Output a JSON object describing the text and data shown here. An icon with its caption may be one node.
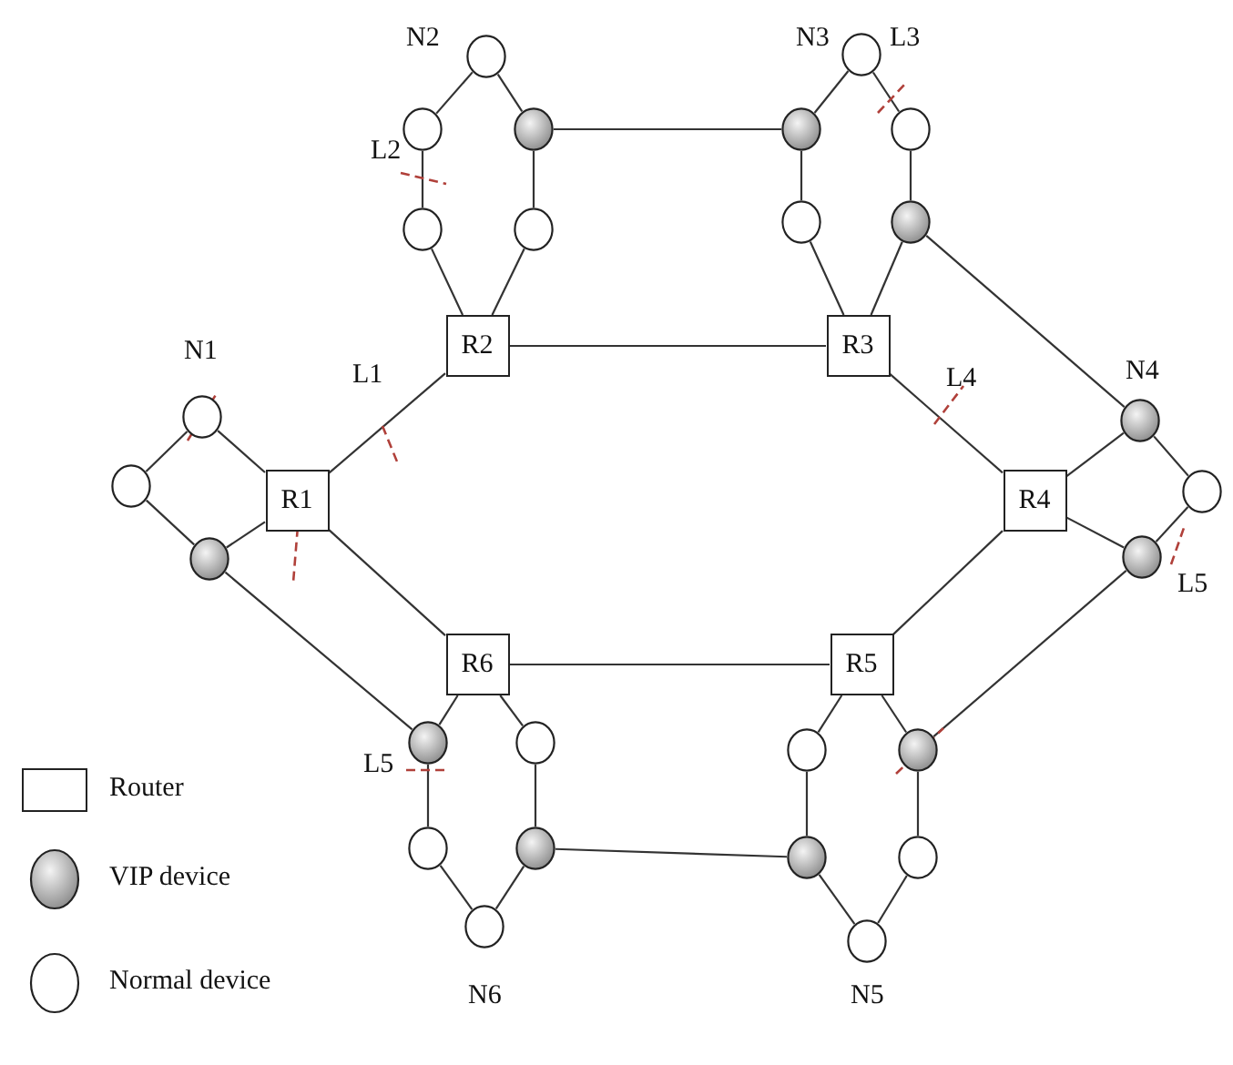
{
  "diagram": {
    "nodes": [
      {
        "text": [
          "R1"
        ]
      },
      {
        "text": [
          "R2"
        ]
      },
      {
        "text": [
          "R3"
        ]
      },
      {
        "text": [
          "R4"
        ]
      },
      {
        "text": [
          "R5"
        ]
      },
      {
        "text": [
          "R6"
        ]
      },
      {
        "text": [],
        "shape": "circle"
      },
      {
        "text": [],
        "shape": "circle"
      },
      {
        "text": [],
        "shape": "circle"
      },
      {
        "text": [],
        "shape": "circle"
      },
      {
        "text": [],
        "shape": "circle"
      },
      {
        "text": [],
        "shape": "circle"
      },
      {
        "text": [],
        "shape": "circle"
      },
      {
        "text": [],
        "shape": "circle"
      },
      {
        "text": [],
        "shape": "circle"
      },
      {
        "text": [],
        "shape": "circle"
      },
      {
        "text": [],
        "shape": "circle"
      },
      {
        "text": [],
        "shape": "circle"
      },
      {
        "text": [],
        "shape": "circle"
      },
      {
        "text": [],
        "shape": "circle"
      },
      {
        "text": [],
        "shape": "circle"
      },
      {
        "text": [],
        "shape": "circle"
      },
      {
        "text": [],
        "shape": "circle"
      },
      {
        "text": [],
        "shape": "circle"
      },
      {
        "text": [],
        "shape": "circle"
      },
      {
        "text": [],
        "shape": "circle"
      },
      {
        "text": [],
        "shape": "circle"
      },
      {
        "text": [],
        "shape": "circle"
      },
      {
        "text": [],
        "shape": "circle"
      },
      {
        "text": [],
        "shape": "circle"
      },
      {
        "text": [],
        "shape": "circle"
      },
      {
        "text": [],
        "shape": "circle"
      }
    ],
    "edges": [
      {
        "from": 0,
        "to": 6,
        "arrow": "none"
      },
      {
        "from": 6,
        "to": 7,
        "arrow": "none"
      },
      {
        "from": 7,
        "to": 8,
        "arrow": "none"
      },
      {
        "from": 8,
        "to": 0,
        "arrow": "none"
      },
      {
        "from": 8,
        "to": 22,
        "arrow": "none"
      },
      {
        "from": 0,
        "to": 1,
        "arrow": "none"
      },
      {
        "from": 0,
        "to": 5,
        "arrow": "none"
      },
      {
        "from": 1,
        "to": 12,
        "arrow": "none"
      },
      {
        "from": 12,
        "to": 10,
        "arrow": "none"
      },
      {
        "from": 10,
        "to": 9,
        "arrow": "none"
      },
      {
        "from": 9,
        "to": 11,
        "arrow": "none"
      },
      {
        "from": 11,
        "to": 13,
        "arrow": "none"
      },
      {
        "from": 13,
        "to": 1,
        "arrow": "none"
      },
      {
        "from": 11,
        "to": 15,
        "arrow": "none"
      },
      {
        "from": 1,
        "to": 2,
        "arrow": "none"
      },
      {
        "from": 2,
        "to": 17,
        "arrow": "none"
      },
      {
        "from": 17,
        "to": 15,
        "arrow": "none"
      },
      {
        "from": 15,
        "to": 14,
        "arrow": "none"
      },
      {
        "from": 14,
        "to": 16,
        "arrow": "none"
      },
      {
        "from": 16,
        "to": 18,
        "arrow": "none"
      },
      {
        "from": 18,
        "to": 2,
        "arrow": "none"
      },
      {
        "from": 18,
        "to": 19,
        "arrow": "none"
      },
      {
        "from": 2,
        "to": 3,
        "arrow": "none"
      },
      {
        "from": 3,
        "to": 19,
        "arrow": "none"
      },
      {
        "from": 19,
        "to": 20,
        "arrow": "none"
      },
      {
        "from": 20,
        "to": 21,
        "arrow": "none"
      },
      {
        "from": 21,
        "to": 3,
        "arrow": "none"
      },
      {
        "from": 21,
        "to": 28,
        "arrow": "none"
      },
      {
        "from": 3,
        "to": 4,
        "arrow": "none"
      },
      {
        "from": 4,
        "to": 5,
        "arrow": "none"
      },
      {
        "from": 4,
        "to": 27,
        "arrow": "none"
      },
      {
        "from": 27,
        "to": 29,
        "arrow": "none"
      },
      {
        "from": 29,
        "to": 31,
        "arrow": "none"
      },
      {
        "from": 31,
        "to": 30,
        "arrow": "none"
      },
      {
        "from": 30,
        "to": 28,
        "arrow": "none"
      },
      {
        "from": 28,
        "to": 4,
        "arrow": "none"
      },
      {
        "from": 29,
        "to": 25,
        "arrow": "none"
      },
      {
        "from": 5,
        "to": 22,
        "arrow": "none"
      },
      {
        "from": 22,
        "to": 24,
        "arrow": "none"
      },
      {
        "from": 24,
        "to": 26,
        "arrow": "none"
      },
      {
        "from": 26,
        "to": 25,
        "arrow": "none"
      },
      {
        "from": 25,
        "to": 23,
        "arrow": "none"
      },
      {
        "from": 23,
        "to": 5,
        "arrow": "none"
      }
    ],
    "labels": [
      "N2",
      "N3",
      "L3",
      "L2",
      "L1",
      "N1",
      "N4",
      "L4",
      "L5",
      "L5",
      "N6",
      "N5"
    ],
    "legend": [
      {
        "text": "Router"
      },
      {
        "text": "VIP device"
      },
      {
        "text": "Normal device"
      }
    ]
  }
}
